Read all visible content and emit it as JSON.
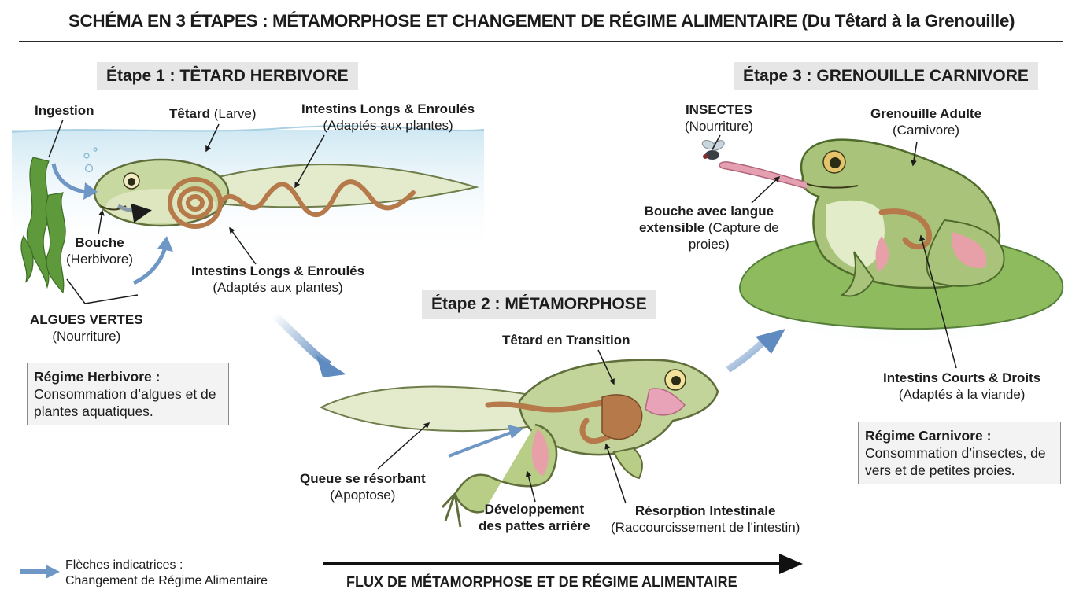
{
  "title": "SCHÉMA EN 3 ÉTAPES : MÉTAMORPHOSE ET CHANGEMENT DE RÉGIME ALIMENTAIRE (Du Têtard à la Grenouille)",
  "stage1": {
    "heading": "Étape 1 : TÊTARD HERBIVORE",
    "ingestion": "Ingestion",
    "tetard": "Têtard",
    "tetard_sub": "(Larve)",
    "intestins_top_a": "Intestins Longs & Enroulés",
    "intestins_top_b": "(Adaptés aux plantes)",
    "bouche": "Bouche",
    "bouche_sub": "(Herbivore)",
    "intestins_a": "Intestins Longs & Enroulés",
    "intestins_b": "(Adaptés aux plantes)",
    "algues": "ALGUES VERTES",
    "algues_sub": "(Nourriture)",
    "regime_title": "Régime Herbivore :",
    "regime_text": "Consommation d’algues et de plantes aquatiques."
  },
  "stage2": {
    "heading": "Étape 2 : MÉTAMORPHOSE",
    "transition": "Têtard en Transition",
    "queue": "Queue se résorbant",
    "queue_sub": "(Apoptose)",
    "pattes_a": "Développement",
    "pattes_b": "des pattes arrière",
    "resorption": "Résorption Intestinale",
    "resorption_sub": "(Raccourcissement de l'intestin)"
  },
  "stage3": {
    "heading": "Étape 3 : GRENOUILLE CARNIVORE",
    "insectes": "INSECTES",
    "insectes_sub": "(Nourriture)",
    "adulte": "Grenouille Adulte",
    "adulte_sub": "(Carnivore)",
    "bouche_a": "Bouche avec langue",
    "bouche_b": "extensible",
    "bouche_c": "(Capture de",
    "bouche_d": "proies)",
    "intestins_a": "Intestins Courts & Droits",
    "intestins_b": "(Adaptés à la viande)",
    "regime_title": "Régime Carnivore :",
    "regime_text": "Consommation d’insectes, de vers et de petites proies."
  },
  "legend": {
    "line1": "Flèches indicatrices :",
    "line2": "Changement de Régime Alimentaire"
  },
  "flux": "FLUX DE MÉTAMORPHOSE ET DE RÉGIME ALIMENTAIRE",
  "colors": {
    "water": "#d7ecf5",
    "body_green": "#d9e3bf",
    "frog_green": "#a9c47a",
    "intestine": "#b5794a",
    "muscle_pink": "#e8a0a8",
    "pad_green": "#8dbb5e",
    "arrow_blue": "#6f97c6"
  }
}
